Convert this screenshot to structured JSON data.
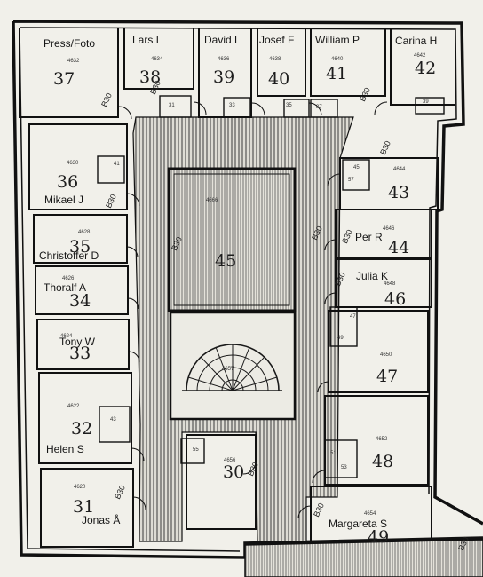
{
  "rooms": [
    {
      "name": "Press/Foto",
      "number": "37",
      "code": "4632"
    },
    {
      "name": "Lars I",
      "number": "38",
      "code": "4634"
    },
    {
      "name": "David L",
      "number": "39",
      "code": "4636"
    },
    {
      "name": "Josef F",
      "number": "40",
      "code": "4638"
    },
    {
      "name": "William P",
      "number": "41",
      "code": "4640"
    },
    {
      "name": "Carina H",
      "number": "42",
      "code": "4642"
    },
    {
      "name": "Mikael J",
      "number": "36",
      "code": "4630"
    },
    {
      "name": "Christoffer D",
      "number": "35",
      "code": "4628"
    },
    {
      "name": "Thoralf A",
      "number": "34",
      "code": "4626"
    },
    {
      "name": "Tony W",
      "number": "33",
      "code": "4624"
    },
    {
      "name": "Helen S",
      "number": "32",
      "code": "4622"
    },
    {
      "name": "Jonas Å",
      "number": "31",
      "code": "4620"
    },
    {
      "name": "",
      "number": "30",
      "code": "4656"
    },
    {
      "name": "",
      "number": "43",
      "code": "4644"
    },
    {
      "name": "Per R",
      "number": "44",
      "code": "4646"
    },
    {
      "name": "Julia K",
      "number": "46",
      "code": "4648"
    },
    {
      "name": "",
      "number": "47",
      "code": "4650"
    },
    {
      "name": "",
      "number": "48",
      "code": "4652"
    },
    {
      "name": "Margareta S",
      "number": "49",
      "code": "4654"
    }
  ],
  "center": {
    "number": "45",
    "code": "4666",
    "stair_code": "4657"
  },
  "door_tag": "B30",
  "small_codes": [
    "31",
    "33",
    "35",
    "37",
    "39",
    "41",
    "43",
    "45",
    "47",
    "49",
    "51",
    "53",
    "55",
    "57"
  ]
}
